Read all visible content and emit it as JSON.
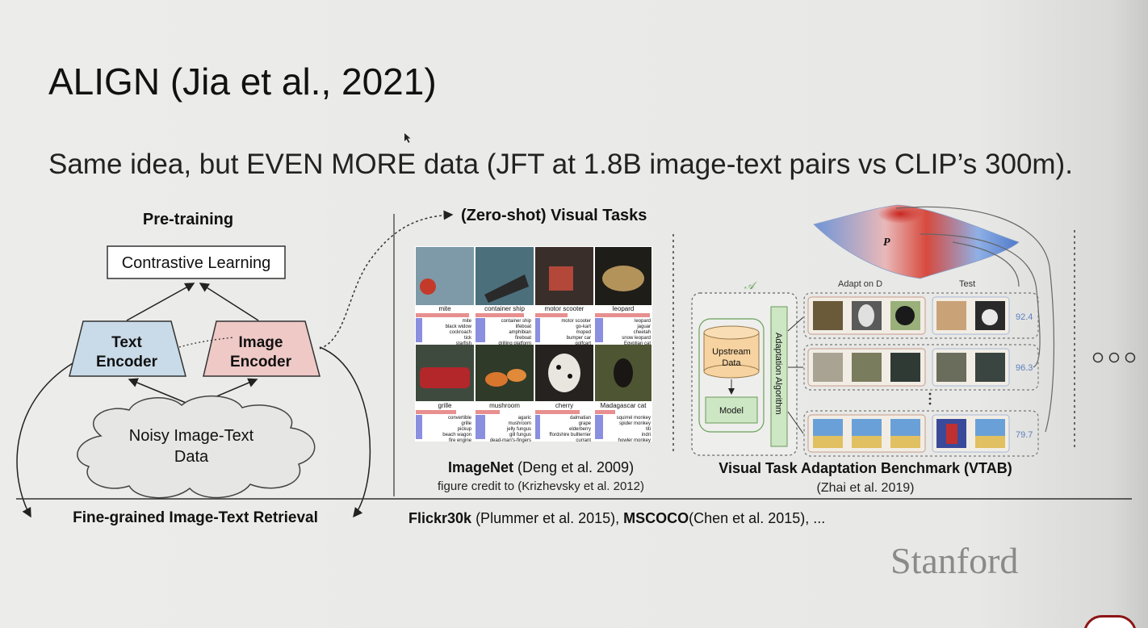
{
  "slide": {
    "title": "ALIGN (Jia et al., 2021)",
    "subtitle": "Same idea, but EVEN MORE data (JFT at 1.8B image-text pairs vs CLIP’s 300m).",
    "logo": "Stanford"
  },
  "left_diagram": {
    "heading": "Pre-training",
    "contrastive_label": "Contrastive Learning",
    "text_encoder": [
      "Text",
      "Encoder"
    ],
    "image_encoder": [
      "Image",
      "Encoder"
    ],
    "data_cloud": [
      "Noisy Image-Text",
      "Data"
    ],
    "retrieval_label": "Fine-grained Image-Text Retrieval"
  },
  "zero_shot": {
    "heading": "(Zero-shot) Visual Tasks"
  },
  "imagenet": {
    "top_labels": [
      "mite",
      "container ship",
      "motor scooter",
      "leopard"
    ],
    "bottom_labels": [
      "grille",
      "mushroom",
      "cherry",
      "Madagascar cat"
    ],
    "top_preds": [
      [
        "mite",
        "black widow",
        "cockroach",
        "tick",
        "starfish"
      ],
      [
        "container ship",
        "lifeboat",
        "amphibian",
        "fireboat",
        "drilling platform"
      ],
      [
        "motor scooter",
        "go-kart",
        "moped",
        "bumper car",
        "golfcart"
      ],
      [
        "leopard",
        "jaguar",
        "cheetah",
        "snow leopard",
        "Egyptian cat"
      ]
    ],
    "bottom_preds": [
      [
        "convertible",
        "grille",
        "pickup",
        "beach wagon",
        "fire engine"
      ],
      [
        "agaric",
        "mushroom",
        "jelly fungus",
        "gill fungus",
        "dead-man's-fingers"
      ],
      [
        "dalmatian",
        "grape",
        "elderberry",
        "ffordshire bullterrier",
        "currant"
      ],
      [
        "squirrel monkey",
        "spider monkey",
        "titi",
        "indri",
        "howler monkey"
      ]
    ],
    "caption_bold": "ImageNet",
    "caption_rest": " (Deng et al. 2009)",
    "credit": "figure credit to (Krizhevsky et al. 2012)"
  },
  "vtab": {
    "upstream_data": [
      "Upstream",
      "Data"
    ],
    "model": "Model",
    "adaptation": "Adaptation Algorithm",
    "adapt_label": "Adapt on D",
    "test_label": "Test",
    "scores": [
      "92.4",
      "96.3",
      "79.7"
    ],
    "surface_label": "P",
    "caption": "Visual Task Adaptation Benchmark (VTAB)",
    "citation": "(Zhai et al. 2019)"
  },
  "bottom_row": {
    "flickr_bold": "Flickr30k",
    "flickr_rest": " (Plummer et al. 2015), ",
    "mscoco_bold": "MSCOCO",
    "mscoco_rest": "(Chen et al. 2015), ..."
  },
  "colors": {
    "text_encoder_fill": "#c9dbe9",
    "image_encoder_fill": "#eec9c6",
    "upstream_fill": "#f6d3a0",
    "model_fill": "#cde6c4",
    "accent_blue": "#5b7fc0",
    "accent_red": "#e07c7c"
  }
}
